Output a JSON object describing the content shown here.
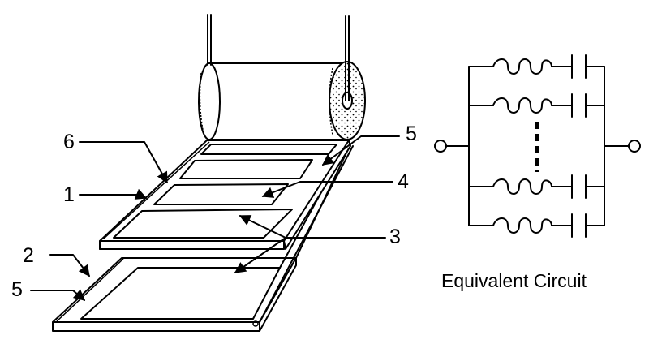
{
  "callouts": {
    "label_1": "1",
    "label_2": "2",
    "label_3": "3",
    "label_4": "4",
    "label_5_right": "5",
    "label_5_left": "5",
    "label_6": "6"
  },
  "circuit": {
    "caption": "Equivalent Circuit"
  }
}
